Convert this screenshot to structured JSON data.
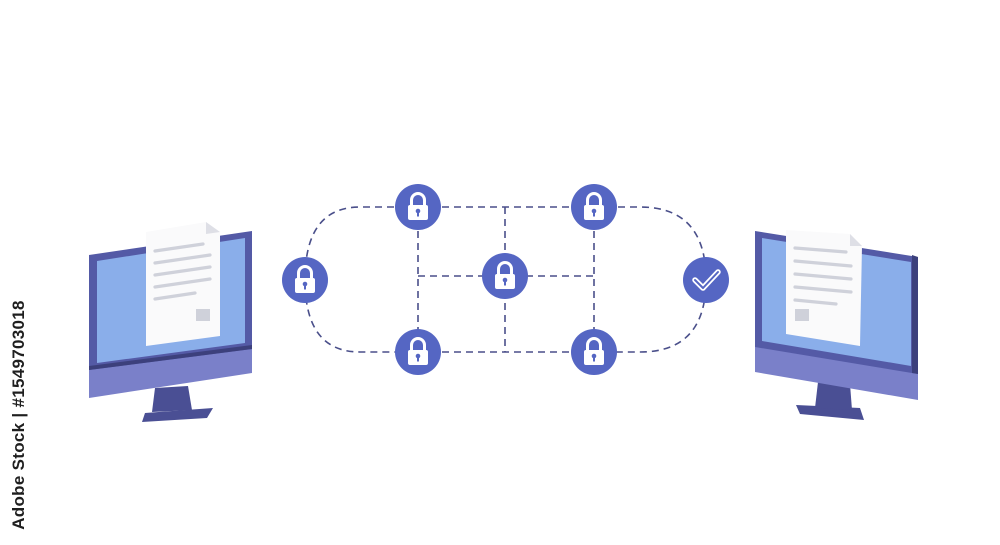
{
  "watermark": {
    "text": "Adobe Stock | #1549703018"
  },
  "colors": {
    "node_fill": "#5566c3",
    "node_icon": "#ffffff",
    "link_stroke": "#4a4f8a",
    "monitor_frame": "#545aa6",
    "monitor_frame_dark": "#3c407c",
    "monitor_chin": "#7a80c9",
    "monitor_screen": "#8aaeea",
    "stand": "#4a4f94",
    "document_paper": "#fafafb",
    "document_fold": "#dedfe6",
    "document_lines": "#cfd1da"
  },
  "nodes": [
    {
      "name": "left-lock-node",
      "icon": "lock-icon"
    },
    {
      "name": "top-left-lock-node",
      "icon": "lock-icon"
    },
    {
      "name": "top-right-lock-node",
      "icon": "lock-icon"
    },
    {
      "name": "center-lock-node",
      "icon": "lock-icon"
    },
    {
      "name": "bottom-left-lock-node",
      "icon": "lock-icon"
    },
    {
      "name": "bottom-right-lock-node",
      "icon": "lock-icon"
    },
    {
      "name": "verified-node",
      "icon": "checkmark-icon"
    }
  ],
  "devices": [
    {
      "name": "sender-monitor",
      "icon": "document-icon"
    },
    {
      "name": "receiver-monitor",
      "icon": "document-icon"
    }
  ]
}
